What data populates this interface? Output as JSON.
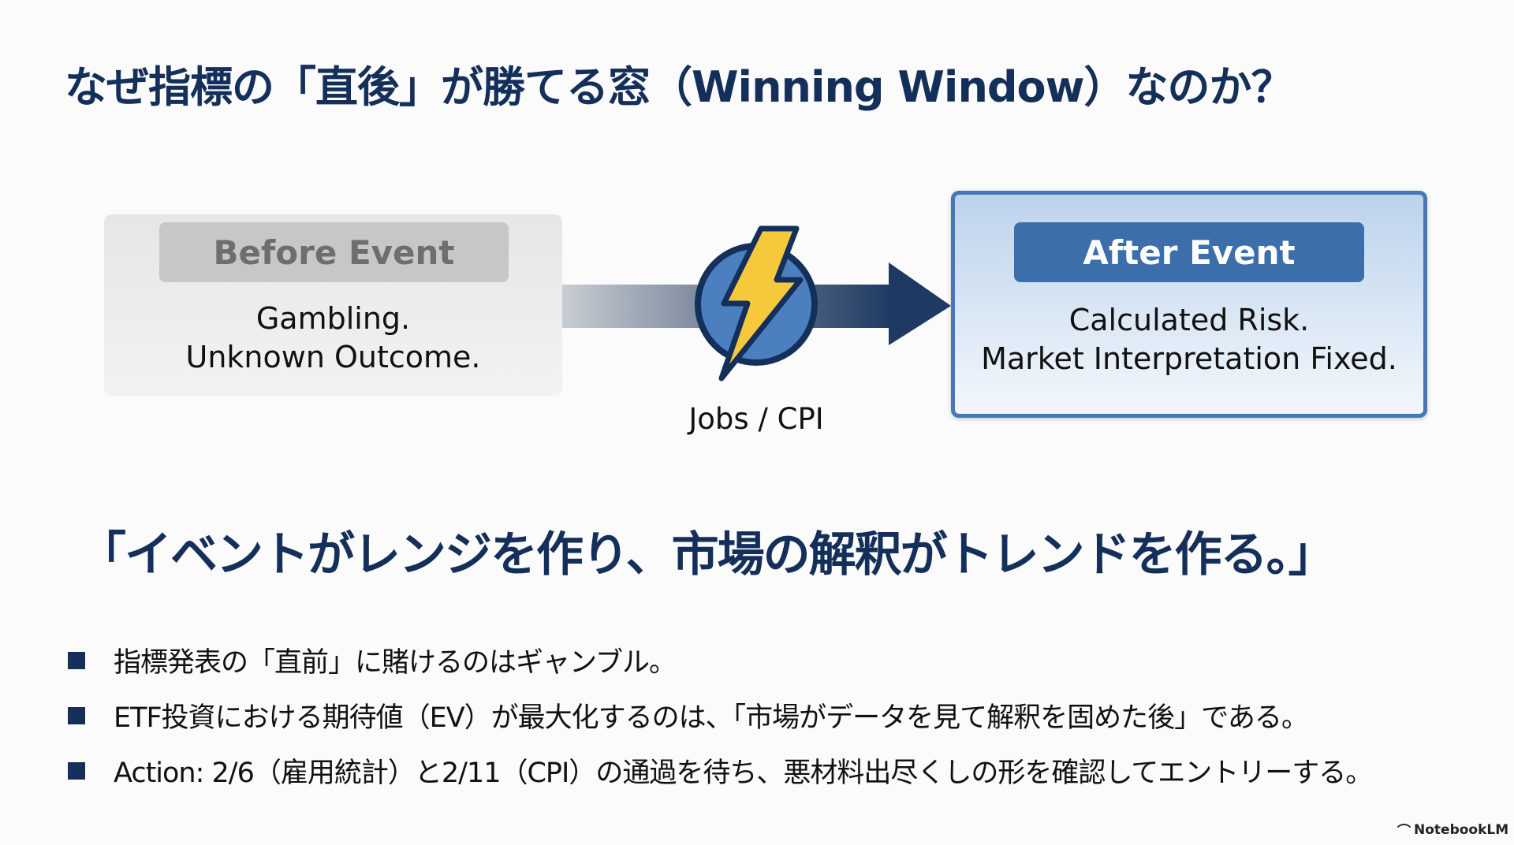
{
  "title": "なぜ指標の「直後」が勝てる窓（Winning Window）なのか？",
  "before": {
    "label": "Before Event",
    "lines": [
      "Gambling.",
      "Unknown Outcome."
    ]
  },
  "after": {
    "label": "After Event",
    "lines": [
      "Calculated Risk.",
      "Market Interpretation Fixed."
    ]
  },
  "event": {
    "label": "Jobs / CPI",
    "icon": "lightning-icon"
  },
  "quote": "「イベントがレンジを作り、市場の解釈がトレンドを作る。」",
  "bullets": [
    "指標発表の「直前」に賭けるのはギャンブル。",
    "ETF投資における期待値（EV）が最大化するのは、「市場がデータを見て解釈を固めた後」である。",
    "Action: 2/6（雇用統計）と2/11（CPI）の通過を待ち、悪材料出尽くしの形を確認してエントリーする。"
  ],
  "brand": "NotebookLM",
  "colors": {
    "navy": "#14305a",
    "blue": "#3c6ea9",
    "yellow": "#f6c93c"
  }
}
